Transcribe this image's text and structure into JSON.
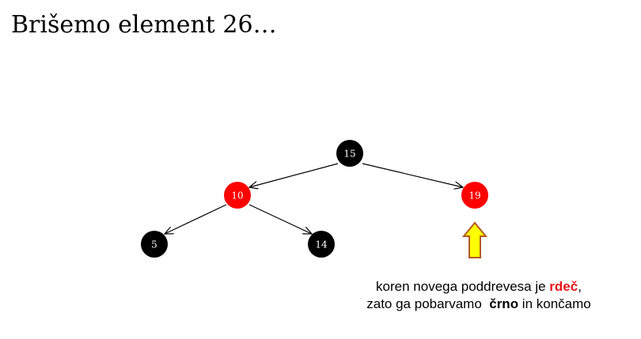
{
  "title": "Brišemo element 26…",
  "tree": {
    "nodes": {
      "n15": {
        "label": "15",
        "color": "black"
      },
      "n10": {
        "label": "10",
        "color": "red"
      },
      "n19": {
        "label": "19",
        "color": "red"
      },
      "n5": {
        "label": "5",
        "color": "black"
      },
      "n14": {
        "label": "14",
        "color": "black"
      }
    },
    "edges": [
      {
        "from": "15",
        "to": "10"
      },
      {
        "from": "15",
        "to": "19"
      },
      {
        "from": "10",
        "to": "5"
      },
      {
        "from": "10",
        "to": "14"
      }
    ],
    "highlighted_node": "19"
  },
  "caption": {
    "line1_prefix": "koren novega poddrevesa je ",
    "line1_highlight": "rdeč",
    "line1_suffix": ",",
    "line2_prefix": "zato ga pobarvamo  ",
    "line2_highlight": "črno",
    "line2_suffix": " in končamo"
  },
  "colors": {
    "red_node": "#ff0000",
    "black_node": "#000000",
    "arrow_fill": "#ffff00",
    "arrow_stroke": "#b35a1f",
    "highlight_text": "#e8141b"
  }
}
